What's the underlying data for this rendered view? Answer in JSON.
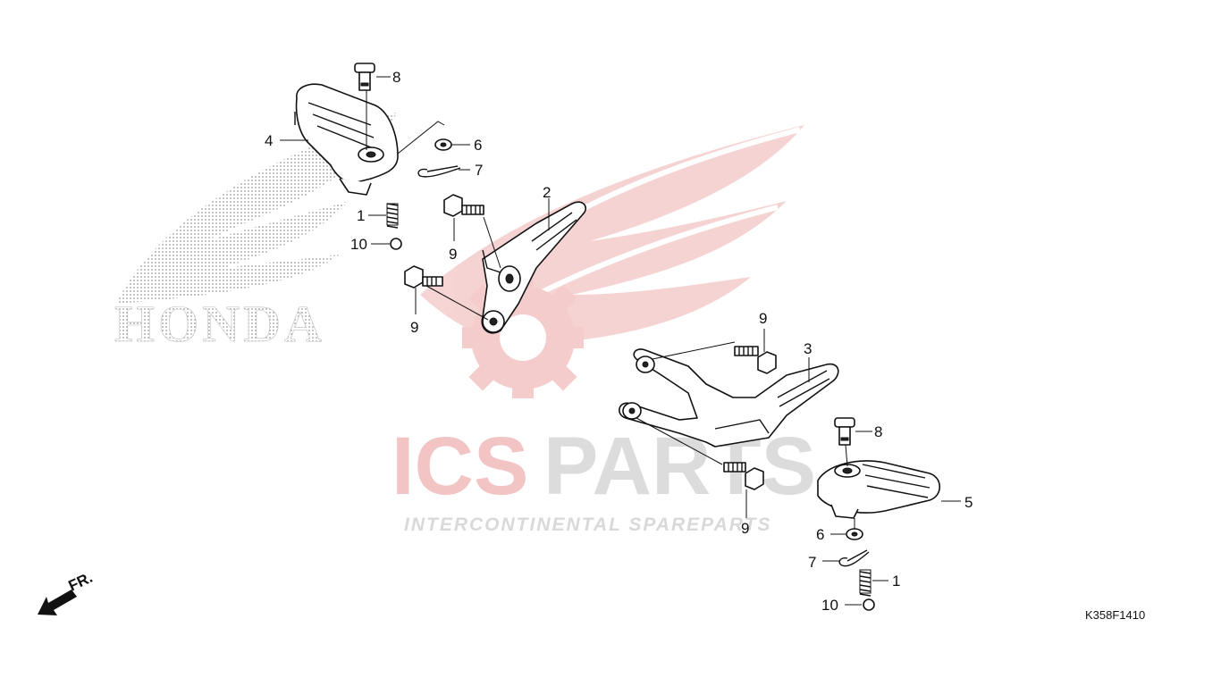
{
  "diagram": {
    "drawing_code": "K358F1410",
    "direction_label": "FR."
  },
  "watermarks": {
    "honda_text": "HONDA",
    "brand_main_left": "ICS",
    "brand_main_right": "PARTS",
    "brand_sub": "INTERCONTINENTAL SPAREPARTS"
  },
  "callouts": [
    {
      "id": "c1",
      "label": "8"
    },
    {
      "id": "c2",
      "label": "4"
    },
    {
      "id": "c3",
      "label": "6"
    },
    {
      "id": "c4",
      "label": "7"
    },
    {
      "id": "c5",
      "label": "2"
    },
    {
      "id": "c6",
      "label": "1"
    },
    {
      "id": "c7",
      "label": "10"
    },
    {
      "id": "c8",
      "label": "9"
    },
    {
      "id": "c9",
      "label": "9"
    },
    {
      "id": "c10",
      "label": "9"
    },
    {
      "id": "c11",
      "label": "3"
    },
    {
      "id": "c12",
      "label": "8"
    },
    {
      "id": "c13",
      "label": "5"
    },
    {
      "id": "c14",
      "label": "9"
    },
    {
      "id": "c15",
      "label": "6"
    },
    {
      "id": "c16",
      "label": "7"
    },
    {
      "id": "c17",
      "label": "1"
    },
    {
      "id": "c18",
      "label": "10"
    }
  ]
}
